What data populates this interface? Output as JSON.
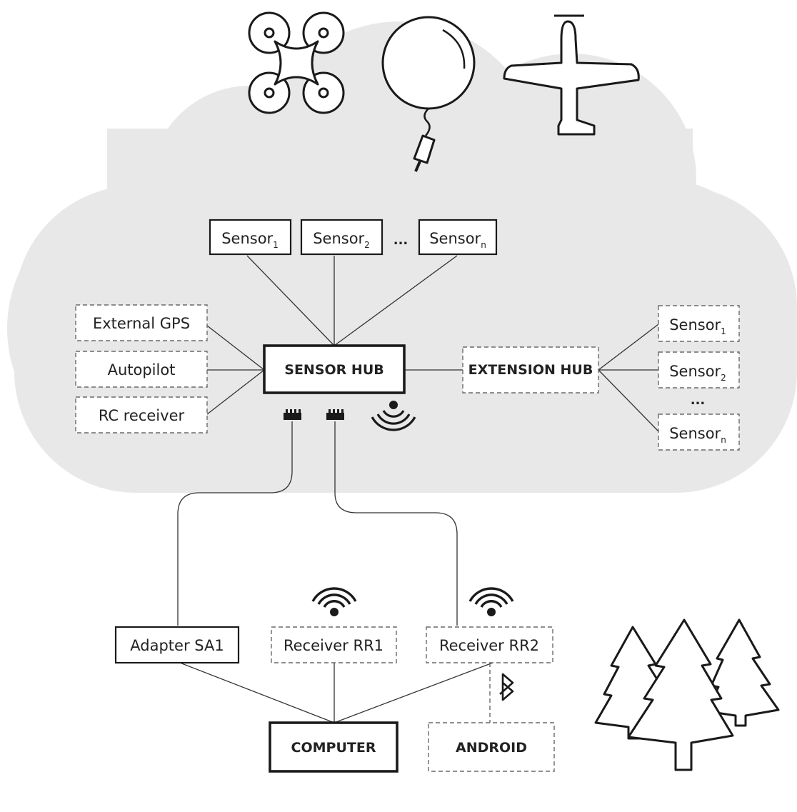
{
  "top_sensors": [
    {
      "base": "Sensor",
      "sub": "1"
    },
    {
      "base": "Sensor",
      "sub": "2"
    },
    {
      "base": "Sensor",
      "sub": "n"
    }
  ],
  "top_ellipsis": "...",
  "left_inputs": [
    "External GPS",
    "Autopilot",
    "RC receiver"
  ],
  "sensor_hub": "SENSOR HUB",
  "extension_hub": "EXTENSION HUB",
  "ext_sensors": [
    {
      "base": "Sensor",
      "sub": "1"
    },
    {
      "base": "Sensor",
      "sub": "2"
    },
    {
      "base": "Sensor",
      "sub": "n"
    }
  ],
  "ext_ellipsis": "...",
  "adapter": "Adapter SA1",
  "receiver_1": "Receiver RR1",
  "receiver_2": "Receiver RR2",
  "computer": "COMPUTER",
  "android": "ANDROID",
  "icons": {
    "aircraft": [
      "drone-icon",
      "balloon-icon",
      "airplane-icon"
    ],
    "wireless": "wireless-signal-icon",
    "bluetooth": "bluetooth-icon",
    "connector": "connector-port-icon",
    "trees": "trees-icon"
  },
  "colors": {
    "cloud": "#e8e8e8",
    "line": "#1a1a1a",
    "dashed": "#6a6a6a"
  }
}
